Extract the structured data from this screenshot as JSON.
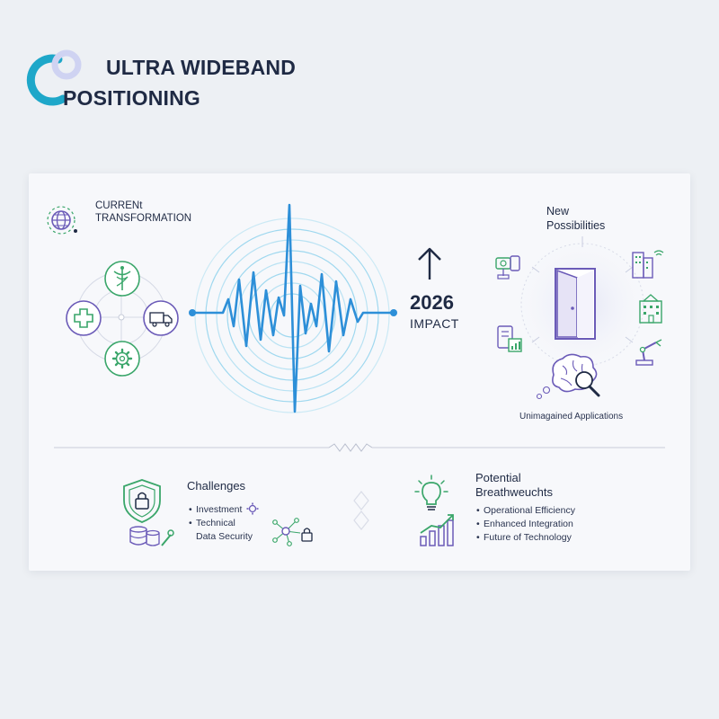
{
  "header": {
    "title_line1": "ULTRA WIDEBAND",
    "title_line2": "POSITIONING"
  },
  "left_panel": {
    "heading_line1": "CURRENt",
    "heading_line2": "TRANSFORMATION",
    "icons": [
      "globe-icon",
      "caduceus-icon",
      "medical-cross-icon",
      "delivery-truck-icon",
      "gear-icon"
    ]
  },
  "impact": {
    "year": "2026",
    "label": "IMPACT"
  },
  "right_panel": {
    "heading_line1": "New",
    "heading_line2": "Possibilities",
    "caption": "Unimagained Applications",
    "icons": [
      "open-door-icon",
      "robot-camera-icon",
      "smart-building-icon",
      "city-building-icon",
      "dashboard-device-icon",
      "robot-arm-icon",
      "brain-search-icon"
    ]
  },
  "challenges": {
    "heading": "Challenges",
    "items": [
      "Investment",
      "Technical",
      "Data Security"
    ]
  },
  "breakthroughs": {
    "heading_line1": "Potential",
    "heading_line2": "Breathweuchts",
    "items": [
      "Operational Efficiency",
      "Enhanced Integration",
      "Future of Technology"
    ]
  },
  "colors": {
    "navy": "#1f2a44",
    "blue": "#2d8fd8",
    "light_blue": "#8fd0ee",
    "green": "#3aa66a",
    "purple": "#6b5bb8"
  }
}
